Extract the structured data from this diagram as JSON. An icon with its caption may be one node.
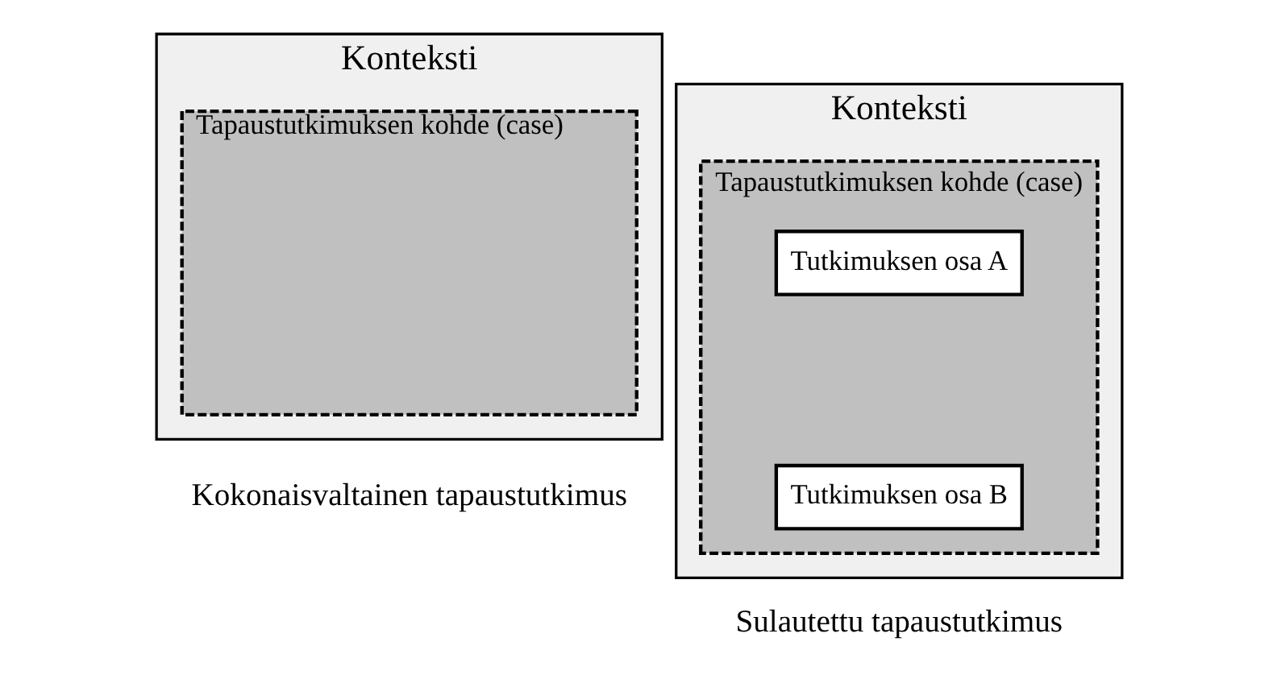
{
  "diagram": {
    "nodes": [
      {
        "text": [
          "Konteksti"
        ],
        "beside": [
          "Kokonaisvaltainen tapaustutkimus"
        ]
      },
      {
        "text": [
          "Tapaustutkimuksen kohde (case)"
        ],
        "in": 0
      },
      {
        "text": [
          "Konteksti"
        ],
        "beside": [
          "Sulautettu tapaustutkimus"
        ]
      },
      {
        "text": [
          "Tapaustutkimuksen kohde (case)"
        ],
        "in": 2
      },
      {
        "text": [
          "Tutkimuksen osa A"
        ],
        "in": 3
      },
      {
        "text": [
          "Tutkimuksen osa B"
        ],
        "in": 3
      }
    ],
    "edges": []
  }
}
